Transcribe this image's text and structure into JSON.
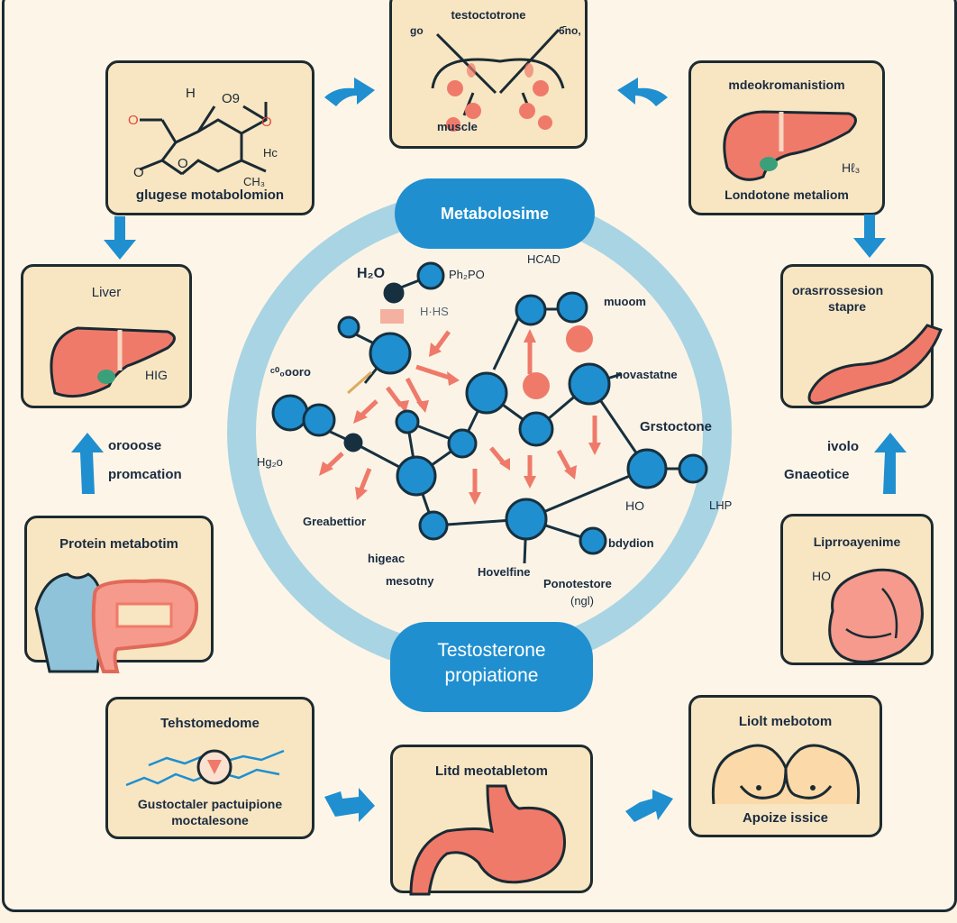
{
  "diagram": {
    "center_title": "Metabolosime",
    "center_subtitle_line1": "Testosterone",
    "center_subtitle_line2": "propiatione",
    "colors": {
      "background": "#fcf3e3",
      "card_fill": "#f8e6c2",
      "card_border": "#1e2b30",
      "accent_blue": "#1f8fd0",
      "ring_blue": "#a9d4e3",
      "organ_red": "#f07a6a",
      "node_blue": "#1f8fd0"
    },
    "cards": {
      "glucose": {
        "title": "glugese motabolomion",
        "atoms": [
          "H",
          "O9",
          "O",
          "O",
          "O",
          "O",
          "Hc",
          "CH3"
        ]
      },
      "testosterone_muscle": {
        "title": "testoctotrone",
        "left_label": "go",
        "right_label": "6̄no,",
        "bottom_label": "muscle"
      },
      "liver_top_right": {
        "title": "mdeokromanistiom",
        "sub": "Hℓ₃",
        "bottom_label": "Londotone metaliom"
      },
      "liver_left": {
        "title": "Liver",
        "sub": "HIG"
      },
      "intestine_right": {
        "title_line1": "orasrrossesion",
        "title_line2": "stapre"
      },
      "protein": {
        "title": "Protein metabotim"
      },
      "heart_right": {
        "title": "Liprroayenime",
        "sub": "HO"
      },
      "testomedome": {
        "title": "Tehstomedome",
        "bottom_line1": "Gustoctaler pactuipione",
        "bottom_line2": "moctalesone"
      },
      "stomach": {
        "title": "Litd meotabletom"
      },
      "chest": {
        "title": "Liolt mebotom",
        "bottom_label": "Apoize issice"
      }
    },
    "side_labels": {
      "left_line1": "orooose",
      "left_line2": "promcation",
      "right_line1": "ivolo",
      "right_line2": "Gnaeotice"
    },
    "molecule_labels": {
      "h2o": "H₂O",
      "phpo": "Ph₂PO",
      "hhs": "H·HS",
      "hcad": "HCAD",
      "muoom": "muoom",
      "oroono": "ᶜ⁰₀ooro",
      "novastase": "novastatne",
      "grstocto": "Grstoctone",
      "hgro": "Hg₂o",
      "ho": "HO",
      "lhp": "LHP",
      "greabettior": "Greabettior",
      "higeac": "higeac",
      "mesotny": "mesotny",
      "hovelfine": "Hovelfine",
      "bdydion": "bdydion",
      "ponotestore": "Ponotestore",
      "ngl": "(ngl)"
    }
  }
}
